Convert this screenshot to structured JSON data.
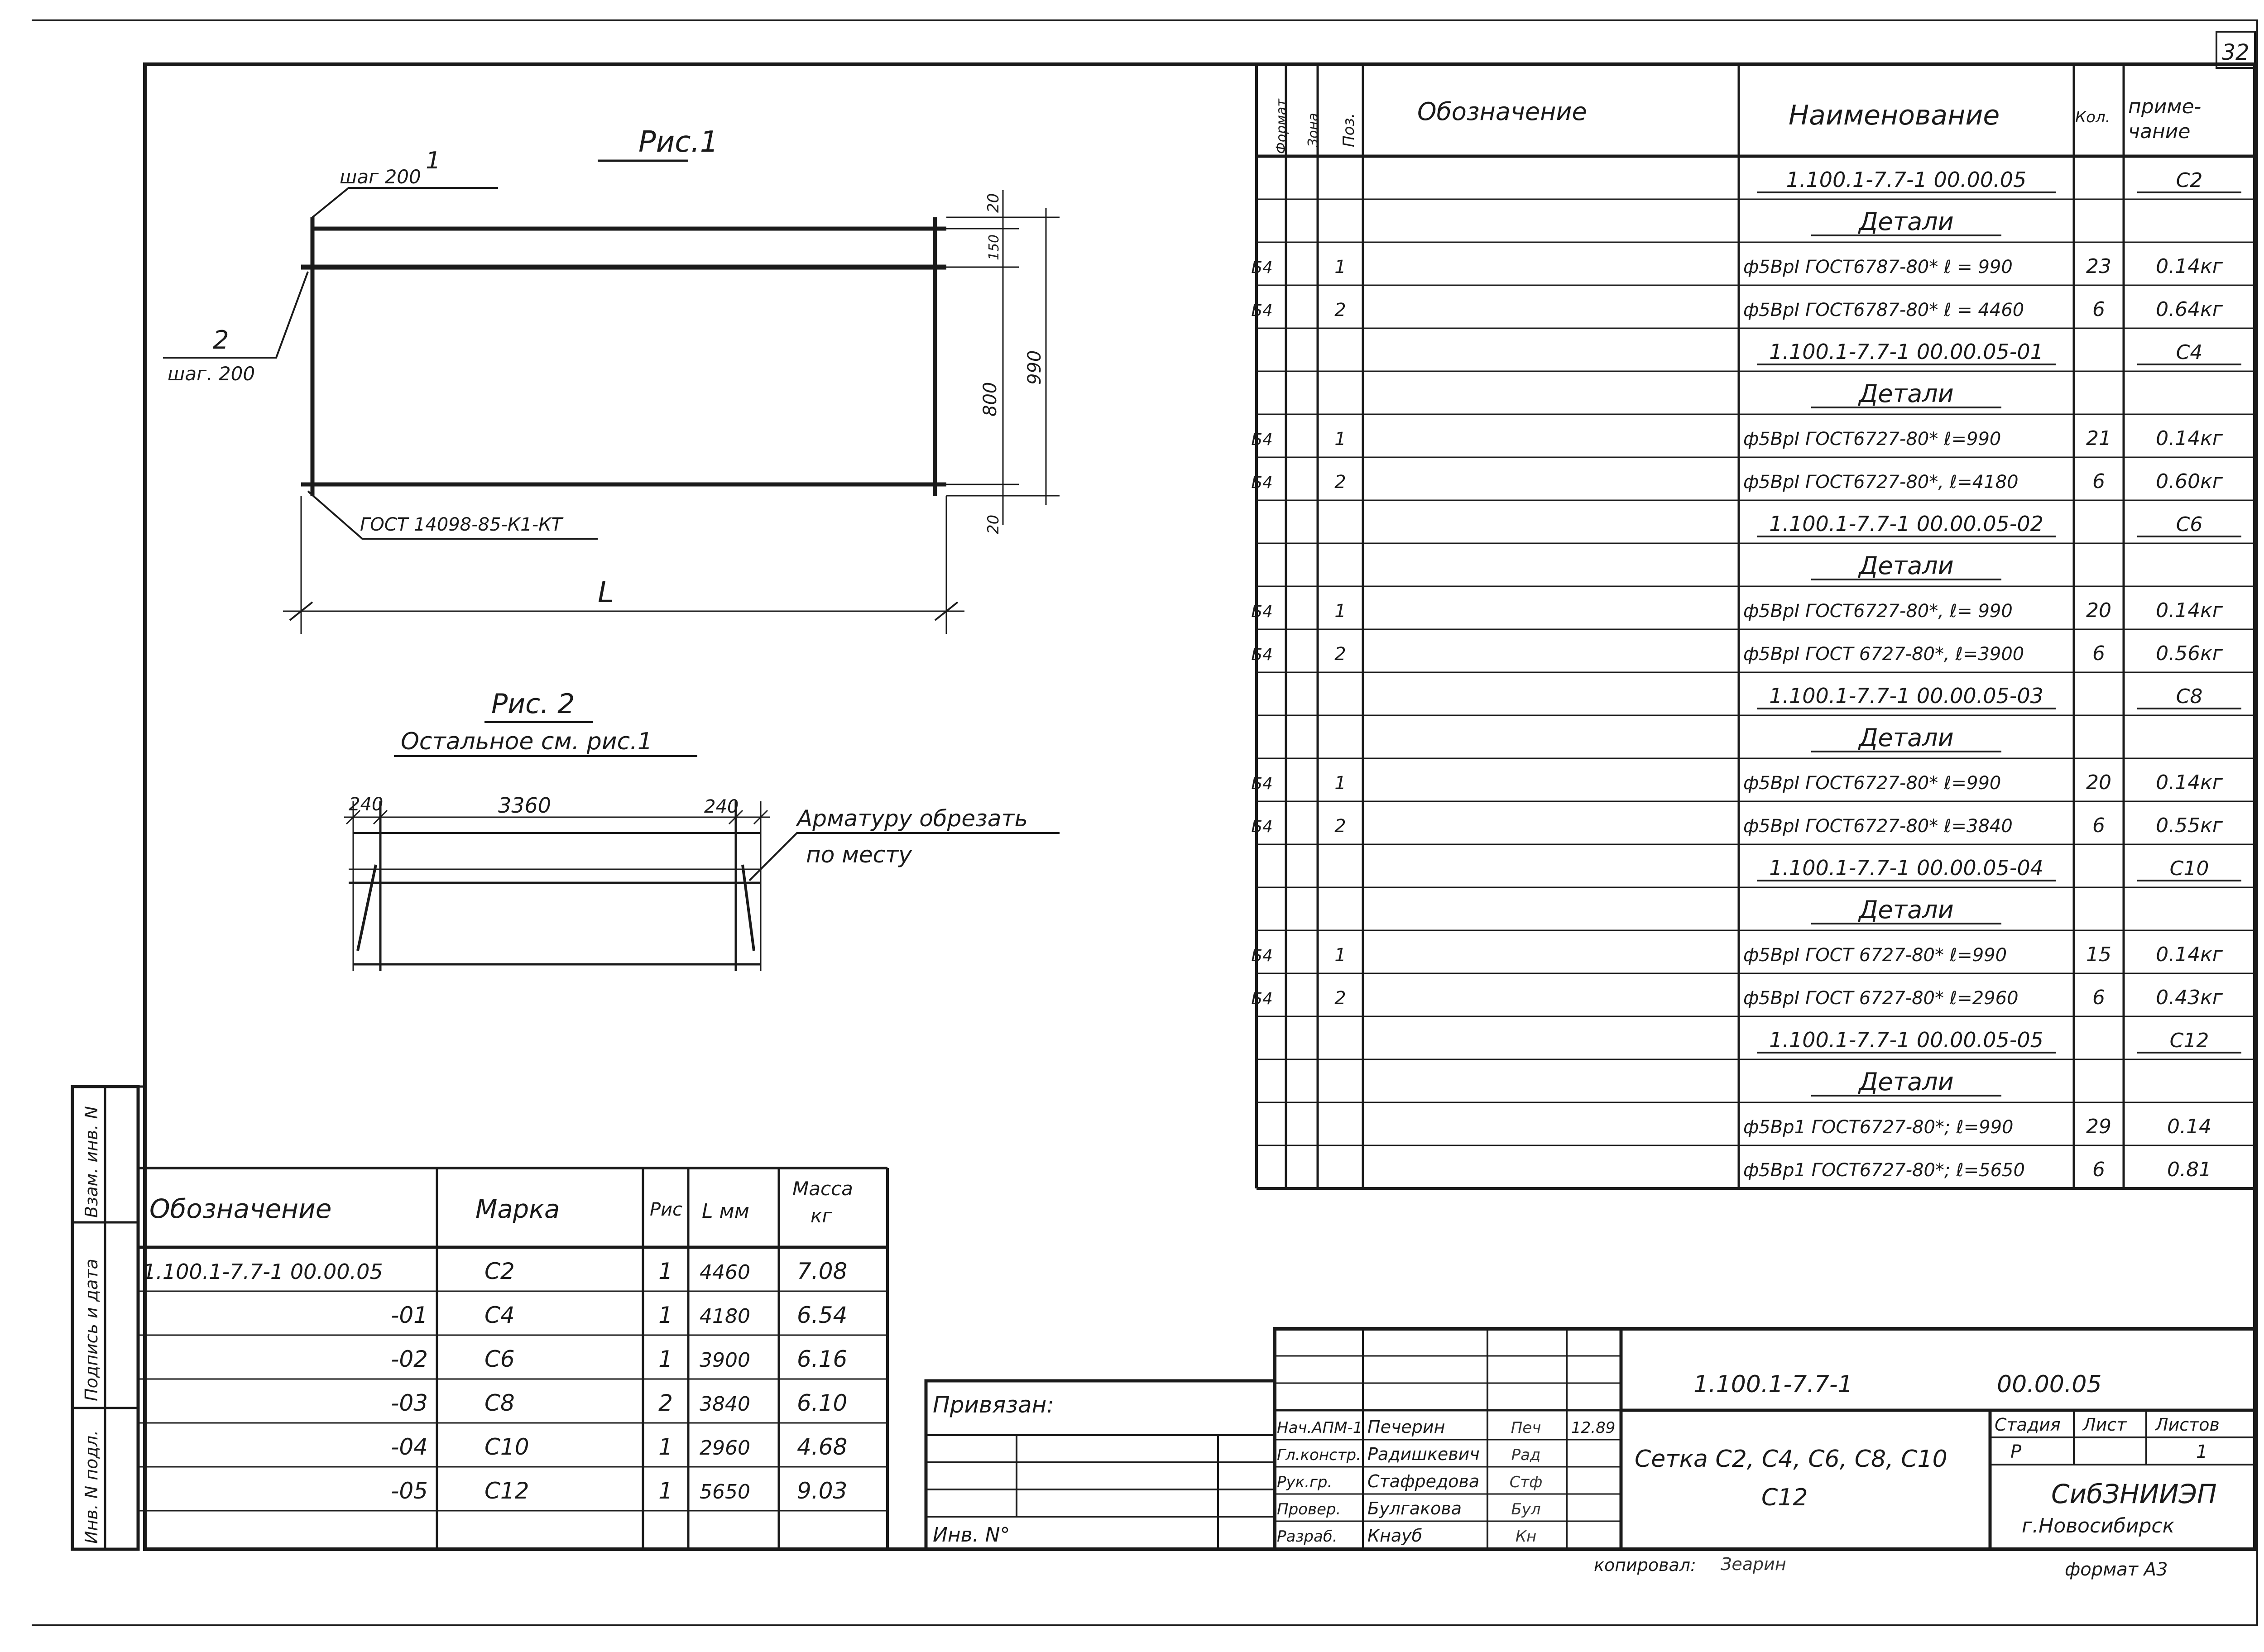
{
  "sheet": {
    "page_number": "32",
    "copied_by": "копировал:",
    "copied_sign": "Зеарин",
    "format": "формат А3"
  },
  "spec_table": {
    "headers": {
      "format": "Формат",
      "zone": "Зона",
      "pos": "Поз.",
      "designation": "Обозначение",
      "name": "Наименование",
      "qty": "Кол.",
      "note1": "приме-",
      "note2": "чание"
    },
    "rows": [
      {
        "fmt": "",
        "pos": "",
        "name": "1.100.1-7.7-1   00.00.05",
        "qty": "",
        "note": "С2",
        "kind": "assembly"
      },
      {
        "fmt": "",
        "pos": "",
        "name": "Детали",
        "qty": "",
        "note": "",
        "kind": "section"
      },
      {
        "fmt": "Б4",
        "pos": "1",
        "name": "ф5ВрI ГОСТ6787-80* ℓ = 990",
        "qty": "23",
        "note": "0.14кг",
        "kind": "item"
      },
      {
        "fmt": "Б4",
        "pos": "2",
        "name": "ф5ВрI ГОСТ6787-80* ℓ = 4460",
        "qty": "6",
        "note": "0.64кг",
        "kind": "item"
      },
      {
        "fmt": "",
        "pos": "",
        "name": "1.100.1-7.7-1   00.00.05-01",
        "qty": "",
        "note": "С4",
        "kind": "assembly"
      },
      {
        "fmt": "",
        "pos": "",
        "name": "Детали",
        "qty": "",
        "note": "",
        "kind": "section"
      },
      {
        "fmt": "Б4",
        "pos": "1",
        "name": "ф5ВрI ГОСТ6727-80* ℓ=990",
        "qty": "21",
        "note": "0.14кг",
        "kind": "item"
      },
      {
        "fmt": "Б4",
        "pos": "2",
        "name": "ф5ВрI ГОСТ6727-80*, ℓ=4180",
        "qty": "6",
        "note": "0.60кг",
        "kind": "item"
      },
      {
        "fmt": "",
        "pos": "",
        "name": "1.100.1-7.7-1   00.00.05-02",
        "qty": "",
        "note": "С6",
        "kind": "assembly"
      },
      {
        "fmt": "",
        "pos": "",
        "name": "Детали",
        "qty": "",
        "note": "",
        "kind": "section"
      },
      {
        "fmt": "Б4",
        "pos": "1",
        "name": "ф5ВрI ГОСТ6727-80*, ℓ= 990",
        "qty": "20",
        "note": "0.14кг",
        "kind": "item"
      },
      {
        "fmt": "Б4",
        "pos": "2",
        "name": "ф5ВрI ГОСТ 6727-80*, ℓ=3900",
        "qty": "6",
        "note": "0.56кг",
        "kind": "item"
      },
      {
        "fmt": "",
        "pos": "",
        "name": "1.100.1-7.7-1   00.00.05-03",
        "qty": "",
        "note": "С8",
        "kind": "assembly"
      },
      {
        "fmt": "",
        "pos": "",
        "name": "Детали",
        "qty": "",
        "note": "",
        "kind": "section"
      },
      {
        "fmt": "Б4",
        "pos": "1",
        "name": "ф5ВрI ГОСТ6727-80* ℓ=990",
        "qty": "20",
        "note": "0.14кг",
        "kind": "item"
      },
      {
        "fmt": "Б4",
        "pos": "2",
        "name": "ф5ВрI ГОСТ6727-80* ℓ=3840",
        "qty": "6",
        "note": "0.55кг",
        "kind": "item"
      },
      {
        "fmt": "",
        "pos": "",
        "name": "1.100.1-7.7-1   00.00.05-04",
        "qty": "",
        "note": "С10",
        "kind": "assembly"
      },
      {
        "fmt": "",
        "pos": "",
        "name": "Детали",
        "qty": "",
        "note": "",
        "kind": "section"
      },
      {
        "fmt": "Б4",
        "pos": "1",
        "name": "ф5ВрI ГОСТ 6727-80* ℓ=990",
        "qty": "15",
        "note": "0.14кг",
        "kind": "item"
      },
      {
        "fmt": "Б4",
        "pos": "2",
        "name": "ф5ВрI ГОСТ 6727-80* ℓ=2960",
        "qty": "6",
        "note": "0.43кг",
        "kind": "item"
      },
      {
        "fmt": "",
        "pos": "",
        "name": "1.100.1-7.7-1   00.00.05-05",
        "qty": "",
        "note": "С12",
        "kind": "assembly"
      },
      {
        "fmt": "",
        "pos": "",
        "name": "Детали",
        "qty": "",
        "note": "",
        "kind": "section"
      },
      {
        "fmt": "",
        "pos": "",
        "name": "ф5Вр1 ГОСТ6727-80*; ℓ=990",
        "qty": "29",
        "note": "0.14",
        "kind": "item"
      },
      {
        "fmt": "",
        "pos": "",
        "name": "ф5Вр1 ГОСТ6727-80*; ℓ=5650",
        "qty": "6",
        "note": "0.81",
        "kind": "item"
      }
    ]
  },
  "fig1": {
    "title": "Рис.1",
    "leader1_num": "1",
    "leader1_step": "шаг 200",
    "leader2_num": "2",
    "leader2_step": "шаг. 200",
    "dim_20_top": "20",
    "dim_150": "150",
    "dim_800": "800",
    "dim_990": "990",
    "dim_20_bottom": "20",
    "weld_note": "ГОСТ 14098-85-К1-КТ",
    "length_label": "L"
  },
  "fig2": {
    "title": "Рис. 2",
    "subtitle": "Остальное см. рис.1",
    "dim_left": "240",
    "dim_mid": "3360",
    "dim_right": "240",
    "note_line1": "Арматуру обрезать",
    "note_line2": "по месту"
  },
  "marks_table": {
    "headers": {
      "designation": "Обозначение",
      "mark": "Марка",
      "fig": "Рис",
      "length": "L мм",
      "mass1": "Масса",
      "mass2": "кг"
    },
    "rows": [
      {
        "designation": "1.100.1-7.7-1  00.00.05",
        "mark": "С2",
        "fig": "1",
        "length": "4460",
        "mass": "7.08"
      },
      {
        "designation": "-01",
        "mark": "С4",
        "fig": "1",
        "length": "4180",
        "mass": "6.54"
      },
      {
        "designation": "-02",
        "mark": "С6",
        "fig": "1",
        "length": "3900",
        "mass": "6.16"
      },
      {
        "designation": "-03",
        "mark": "С8",
        "fig": "2",
        "length": "3840",
        "mass": "6.10"
      },
      {
        "designation": "-04",
        "mark": "С10",
        "fig": "1",
        "length": "2960",
        "mass": "4.68"
      },
      {
        "designation": "-05",
        "mark": "С12",
        "fig": "1",
        "length": "5650",
        "mass": "9.03"
      }
    ]
  },
  "side_stamp": {
    "inv_orig": "Инв. N подл.",
    "sign_date": "Подпись и дата",
    "replace_inv": "Взам. инв. N"
  },
  "binding": {
    "privyazan": "Привязан:",
    "inv_no": "Инв. N°"
  },
  "title_block": {
    "code_left": "1.100.1-7.7-1",
    "code_right": "00.00.05",
    "staff": [
      {
        "role": "Нач.АПМ-1",
        "name": "Печерин",
        "sign": "Печ",
        "date": "12.89"
      },
      {
        "role": "Гл.констр.",
        "name": "Радишкевич",
        "sign": "Рад",
        "date": ""
      },
      {
        "role": "Рук.гр.",
        "name": "Стафредова",
        "sign": "Стф",
        "date": ""
      },
      {
        "role": "Провер.",
        "name": "Булгакова",
        "sign": "Бул",
        "date": ""
      },
      {
        "role": "Разраб.",
        "name": "Кнауб",
        "sign": "Кн",
        "date": ""
      }
    ],
    "product_line1": "Сетка  С2, С4, С6, С8, С10",
    "product_line2": "С12",
    "stage_label": "Стадия",
    "sheet_label": "Лист",
    "sheets_label": "Листов",
    "stage": "Р",
    "sheets": "1",
    "org_name": "СибЗНИИЭП",
    "org_city": "г.Новосибирск"
  }
}
